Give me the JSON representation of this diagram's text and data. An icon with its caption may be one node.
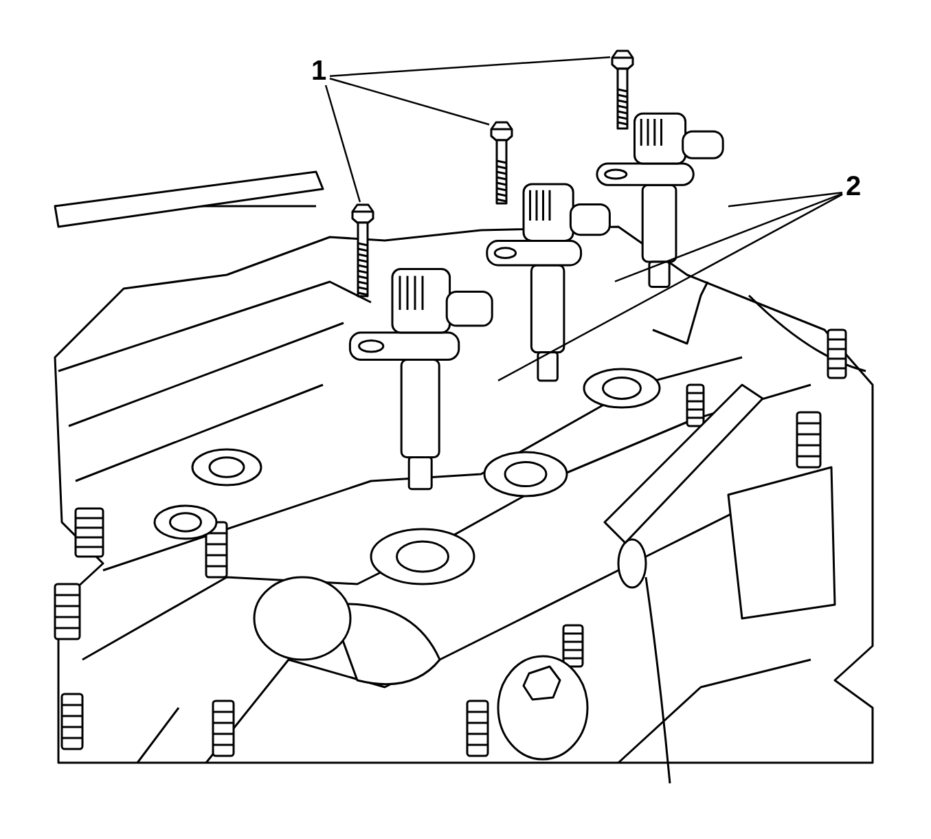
{
  "diagram": {
    "nodes": [
      {
        "text": [
          "1"
        ]
      },
      {
        "text": [],
        "shape": "picture"
      },
      {
        "text": [],
        "shape": "picture"
      },
      {
        "text": [],
        "shape": "picture"
      },
      {
        "text": [
          "2"
        ]
      },
      {
        "text": [],
        "shape": "picture"
      },
      {
        "text": [],
        "shape": "picture"
      },
      {
        "text": [],
        "shape": "picture"
      }
    ],
    "edges": [
      {
        "from": 0,
        "to": 1,
        "arrow": "none"
      },
      {
        "from": 0,
        "to": 2,
        "arrow": "none"
      },
      {
        "from": 0,
        "to": 3,
        "arrow": "none"
      },
      {
        "from": 4,
        "to": 5,
        "arrow": "none"
      },
      {
        "from": 4,
        "to": 6,
        "arrow": "none"
      },
      {
        "from": 4,
        "to": 7,
        "arrow": "none"
      }
    ]
  }
}
